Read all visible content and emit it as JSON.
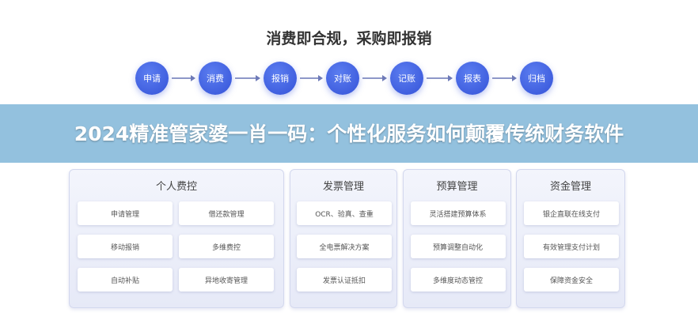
{
  "title": "消费即合规，采购即报销",
  "flow": [
    "申请",
    "消费",
    "报销",
    "对账",
    "记账",
    "报表",
    "归档"
  ],
  "panels": [
    {
      "title": "个人费控",
      "items": [
        "申请管理",
        "借还款管理",
        "移动报销",
        "多维费控",
        "自动补贴",
        "异地收寄管理"
      ]
    },
    {
      "title": "发票管理",
      "items": [
        "OCR、验真、查重",
        "全电票解决方案",
        "发票认证抵扣"
      ]
    },
    {
      "title": "预算管理",
      "items": [
        "灵活搭建预算体系",
        "预算调整自动化",
        "多维度动态管控"
      ]
    },
    {
      "title": "资金管理",
      "items": [
        "银企直联在线支付",
        "有效管理支付计划",
        "保障资金安全"
      ]
    }
  ],
  "banner": "2024精准管家婆一肖一码：个性化服务如何颠覆传统财务软件"
}
